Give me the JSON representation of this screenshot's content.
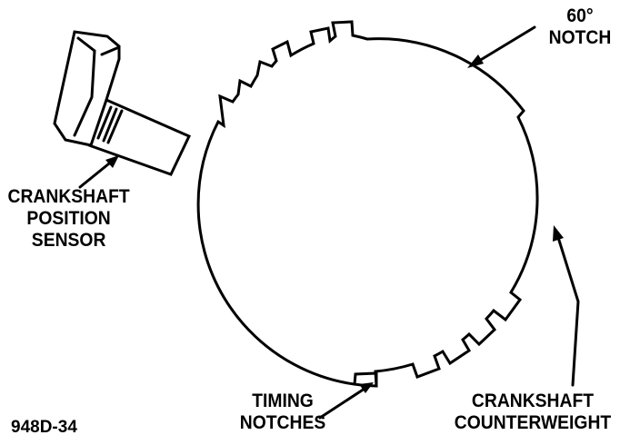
{
  "labels": {
    "notch60": {
      "line1": "60°",
      "line2": "NOTCH"
    },
    "sensor": {
      "line1": "CRANKSHAFT",
      "line2": "POSITION",
      "line3": "SENSOR"
    },
    "timing": {
      "line1": "TIMING",
      "line2": "NOTCHES"
    },
    "counterweight": {
      "line1": "CRANKSHAFT",
      "line2": "COUNTERWEIGHT"
    }
  },
  "figure_id": "948D-34",
  "colors": {
    "ink": "#000000",
    "background": "#ffffff"
  }
}
